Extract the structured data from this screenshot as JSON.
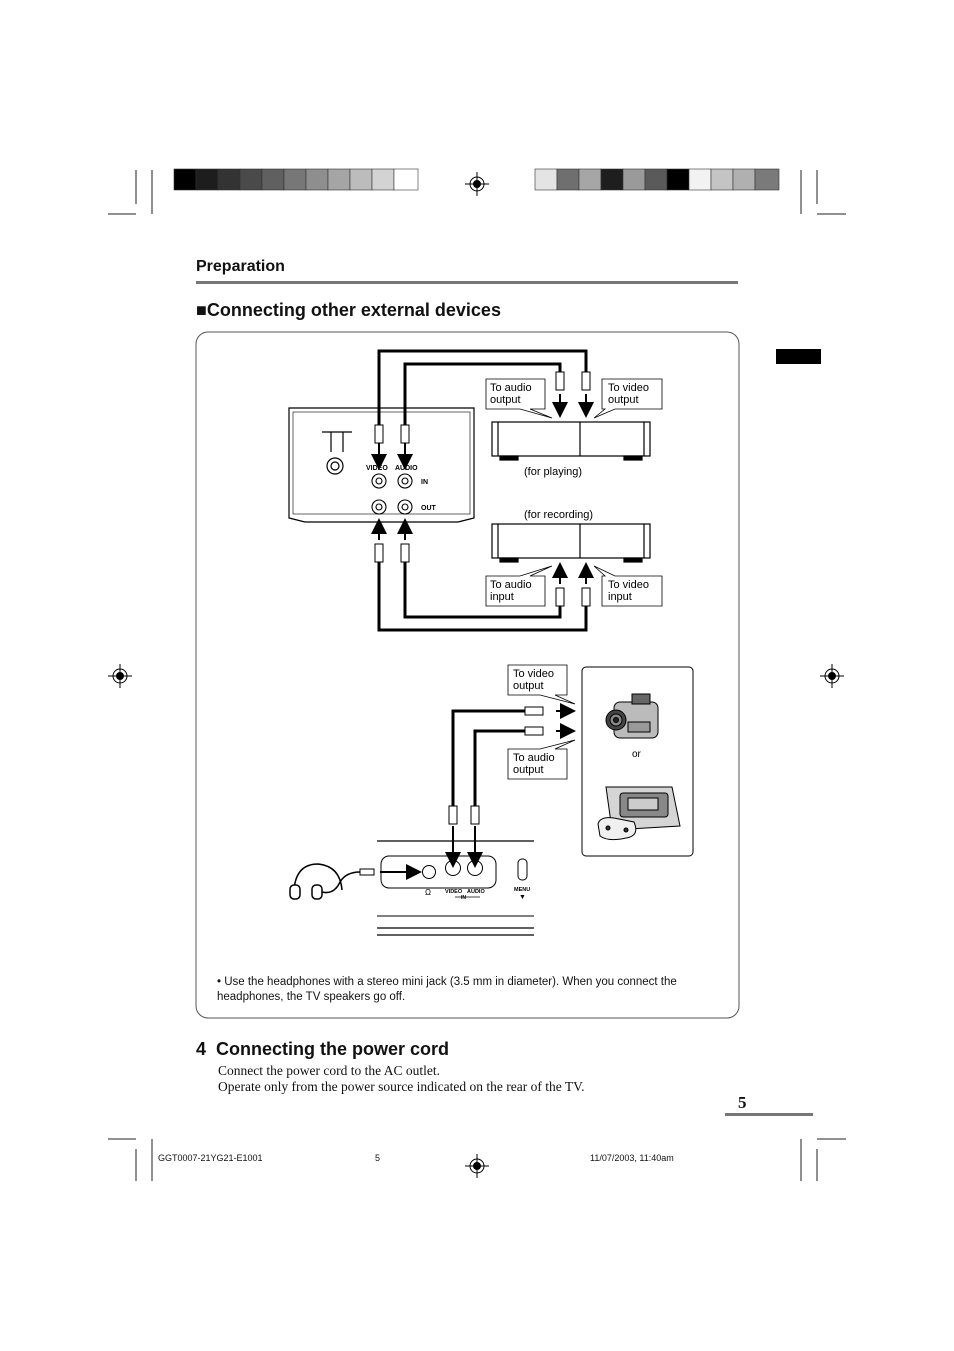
{
  "header": {
    "section": "Preparation"
  },
  "external_devices": {
    "bullet": "■",
    "title": "Connecting other external devices",
    "tv_rear": {
      "video_label": "VIDEO",
      "audio_label": "AUDIO",
      "in_label": "IN",
      "out_label": "OUT"
    },
    "vcr_playing": {
      "caption": "(for playing)",
      "audio_callout": [
        "To audio",
        "output"
      ],
      "video_callout": [
        "To video",
        "output"
      ]
    },
    "vcr_recording": {
      "caption": "(for recording)",
      "audio_callout": [
        "To audio",
        "input"
      ],
      "video_callout": [
        "To video",
        "input"
      ]
    },
    "camcorder": {
      "video_callout": [
        "To video",
        "output"
      ],
      "audio_callout": [
        "To audio",
        "output"
      ],
      "or_label": "or"
    },
    "tv_front": {
      "video_label": "VIDEO",
      "audio_label": "AUDIO",
      "in_label": "IN",
      "menu_label": "MENU",
      "menu_symbol": "▼",
      "headphone_symbol": "Ω"
    },
    "note": "• Use the headphones with a stereo mini jack (3.5 mm in diameter). When you connect the headphones, the TV speakers go off."
  },
  "power_cord": {
    "number": "4",
    "title": "Connecting the power cord",
    "lines": [
      "Connect the power cord to the AC outlet.",
      "Operate only from the power source indicated on the rear of the TV."
    ]
  },
  "page_number": "5",
  "footer": {
    "doc_code": "GGT0007-21YG21-E1001",
    "page": "5",
    "timestamp": "11/07/2003, 11:40am"
  }
}
